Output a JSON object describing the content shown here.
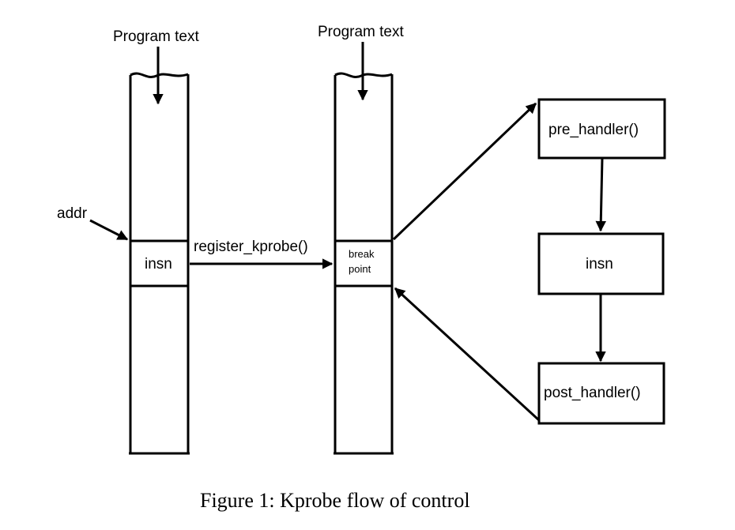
{
  "left_column": {
    "top_label": "Program text",
    "address_label": "addr",
    "instruction_label": "insn"
  },
  "registration": {
    "call_label": "register_kprobe()"
  },
  "middle_column": {
    "top_label": "Program text",
    "breakpoint_line1": "break",
    "breakpoint_line2": "point"
  },
  "handlers": {
    "pre_handler_label": "pre_handler()",
    "insn_label": "insn",
    "post_handler_label": "post_handler()"
  },
  "caption": "Figure 1: Kprobe flow of control"
}
